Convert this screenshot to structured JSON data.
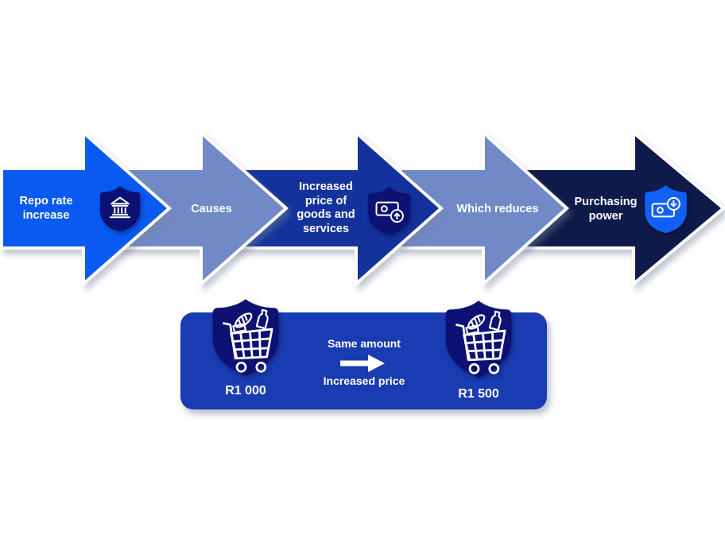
{
  "flow": {
    "steps": [
      {
        "label": "Repo rate increase",
        "icon": "bank-shield",
        "color": "#085AF0"
      },
      {
        "label": "Causes",
        "color": "#7189C7"
      },
      {
        "label": "Increased price of goods and services",
        "icon": "banknote-up-shield",
        "color": "#14329B"
      },
      {
        "label": "Which reduces",
        "color": "#7189C7"
      },
      {
        "label": "Purchasing power",
        "icon": "banknote-down-shield",
        "color": "#0E1A4A"
      }
    ]
  },
  "comparison": {
    "left_amount": "R1 000",
    "right_amount": "R1 500",
    "caption_top": "Same amount",
    "caption_bottom": "Increased price",
    "left_icon": "grocery-cart-shield",
    "right_icon": "grocery-cart-shield"
  },
  "colors": {
    "arrow_bright_blue": "#085AF0",
    "arrow_light_blue": "#7189C7",
    "arrow_royal_blue": "#14329B",
    "arrow_navy": "#0E1A4A",
    "panel_blue": "#1A3CB2",
    "shield_navy": "#0D1173",
    "shield_bright_blue": "#1160F5",
    "text": "#FFFFFF"
  }
}
